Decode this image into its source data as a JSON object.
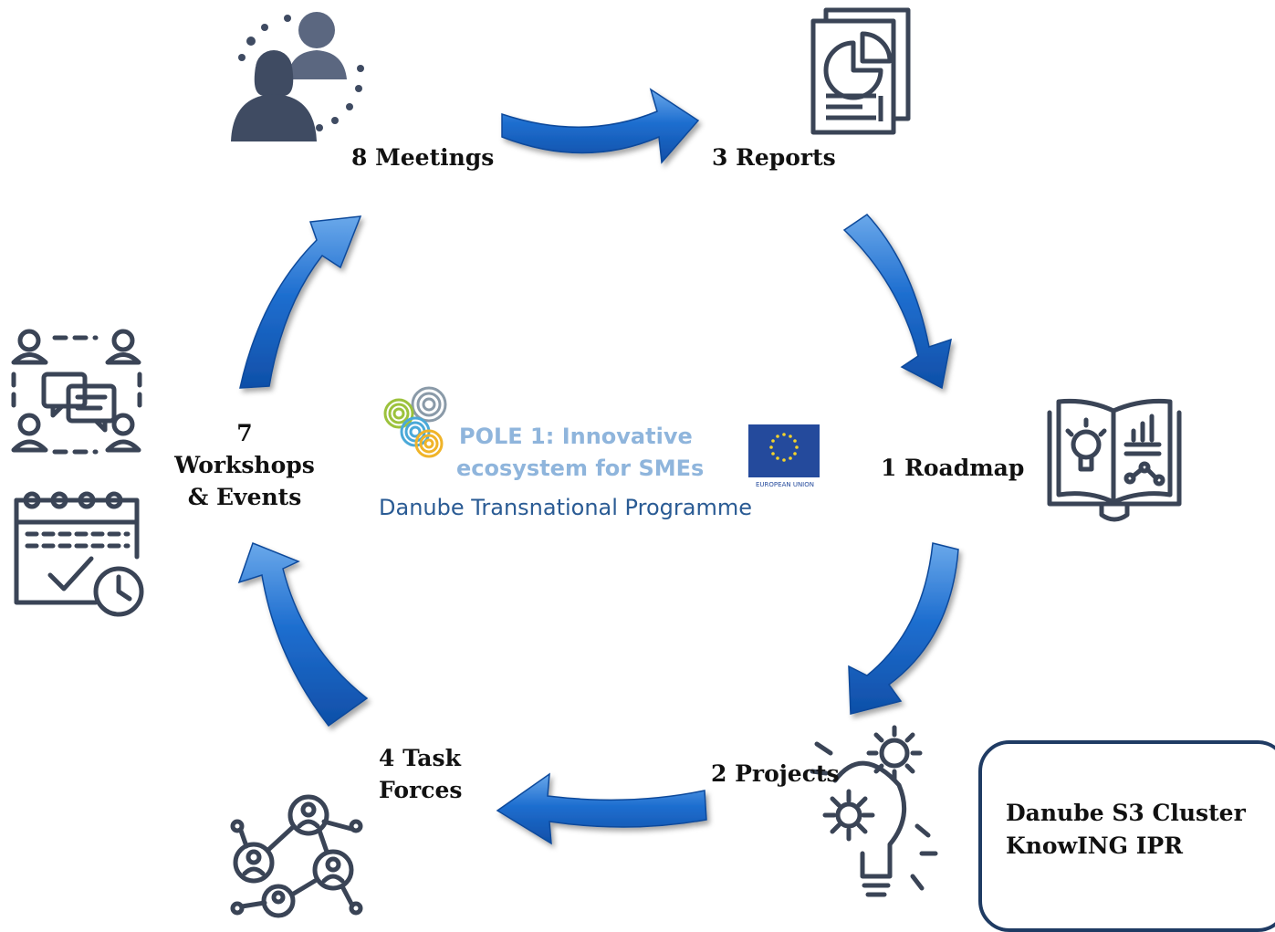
{
  "nodes": {
    "meetings": "8 Meetings",
    "reports": "3 Reports",
    "roadmap": "1 Roadmap",
    "projects": "2 Projects",
    "task_forces_line1": "4 Task",
    "task_forces_line2": "Forces",
    "workshops_line1": "7",
    "workshops_line2": "Workshops",
    "workshops_line3": "& Events"
  },
  "logo": {
    "line1": "POLE 1: Innovative",
    "line2": "ecosystem for SMEs",
    "programme": "Danube Transnational Programme",
    "eu_label": "EUROPEAN UNION"
  },
  "cluster": {
    "line1": "Danube S3 Cluster",
    "line2": "KnowING IPR"
  },
  "colors": {
    "arrow_light": "#5b9be0",
    "arrow_dark": "#1660c0",
    "icon": "#3a4456",
    "box_border": "#1f3b63",
    "eu_blue": "#244a9c",
    "eu_star": "#f4d32a"
  }
}
